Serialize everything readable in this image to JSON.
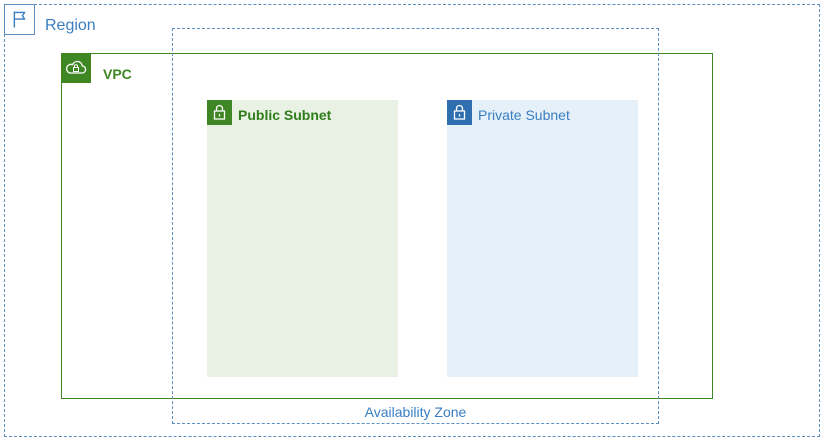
{
  "region": {
    "label": "Region",
    "icon": "flag-icon",
    "color": "#3a7ec2"
  },
  "availability_zone": {
    "label": "Availability Zone",
    "color": "#3a7ec2"
  },
  "vpc": {
    "label": "VPC",
    "icon": "cloud-lock-icon",
    "color": "#3f8624"
  },
  "public_subnet": {
    "label": "Public Subnet",
    "icon": "lock-icon",
    "color": "#3f8624",
    "fill": "#e9f1e4"
  },
  "private_subnet": {
    "label": "Private Subnet",
    "icon": "lock-icon",
    "color": "#2f6fb0",
    "fill": "#e6f0f8"
  }
}
